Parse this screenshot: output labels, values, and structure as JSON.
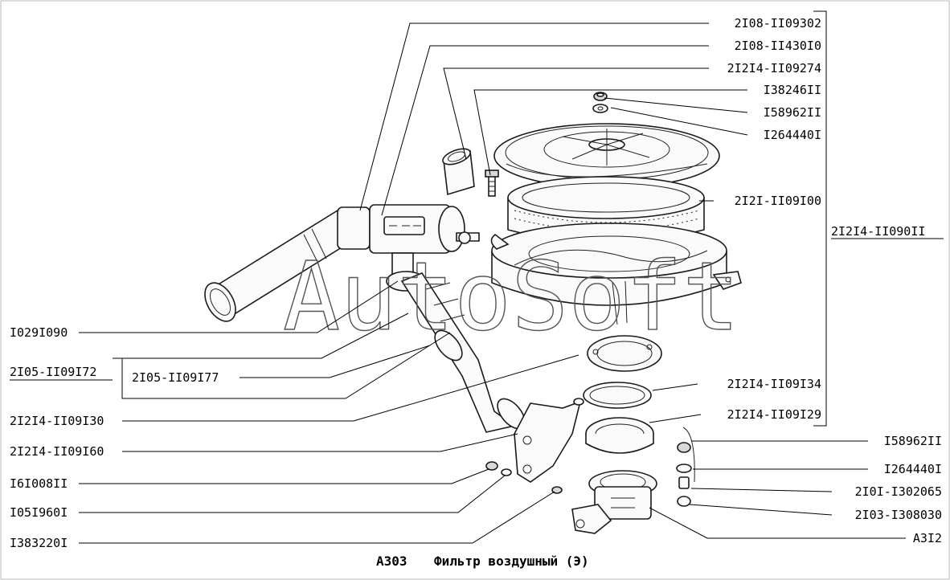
{
  "caption": {
    "code": "A303",
    "title": "Фильтр воздушный (Э)"
  },
  "watermark": "AutoSoft",
  "assembly_label": "2I2I4-II090II",
  "labels_right": [
    "2I08-II09302",
    "2I08-II430I0",
    "2I2I4-II09274",
    "I38246II",
    "I58962II",
    "I264440I",
    "2I2I-II09I00",
    "2I2I4-II09I34",
    "2I2I4-II09I29",
    "I58962II",
    "I264440I",
    "2I0I-I302065",
    "2I03-I308030",
    "A3I2"
  ],
  "labels_left": [
    "I029I090",
    "2I05-II09I72",
    "2I05-II09I77",
    "2I2I4-II09I30",
    "2I2I4-II09I60",
    "I6I008II",
    "I05I960I",
    "I383220I"
  ]
}
